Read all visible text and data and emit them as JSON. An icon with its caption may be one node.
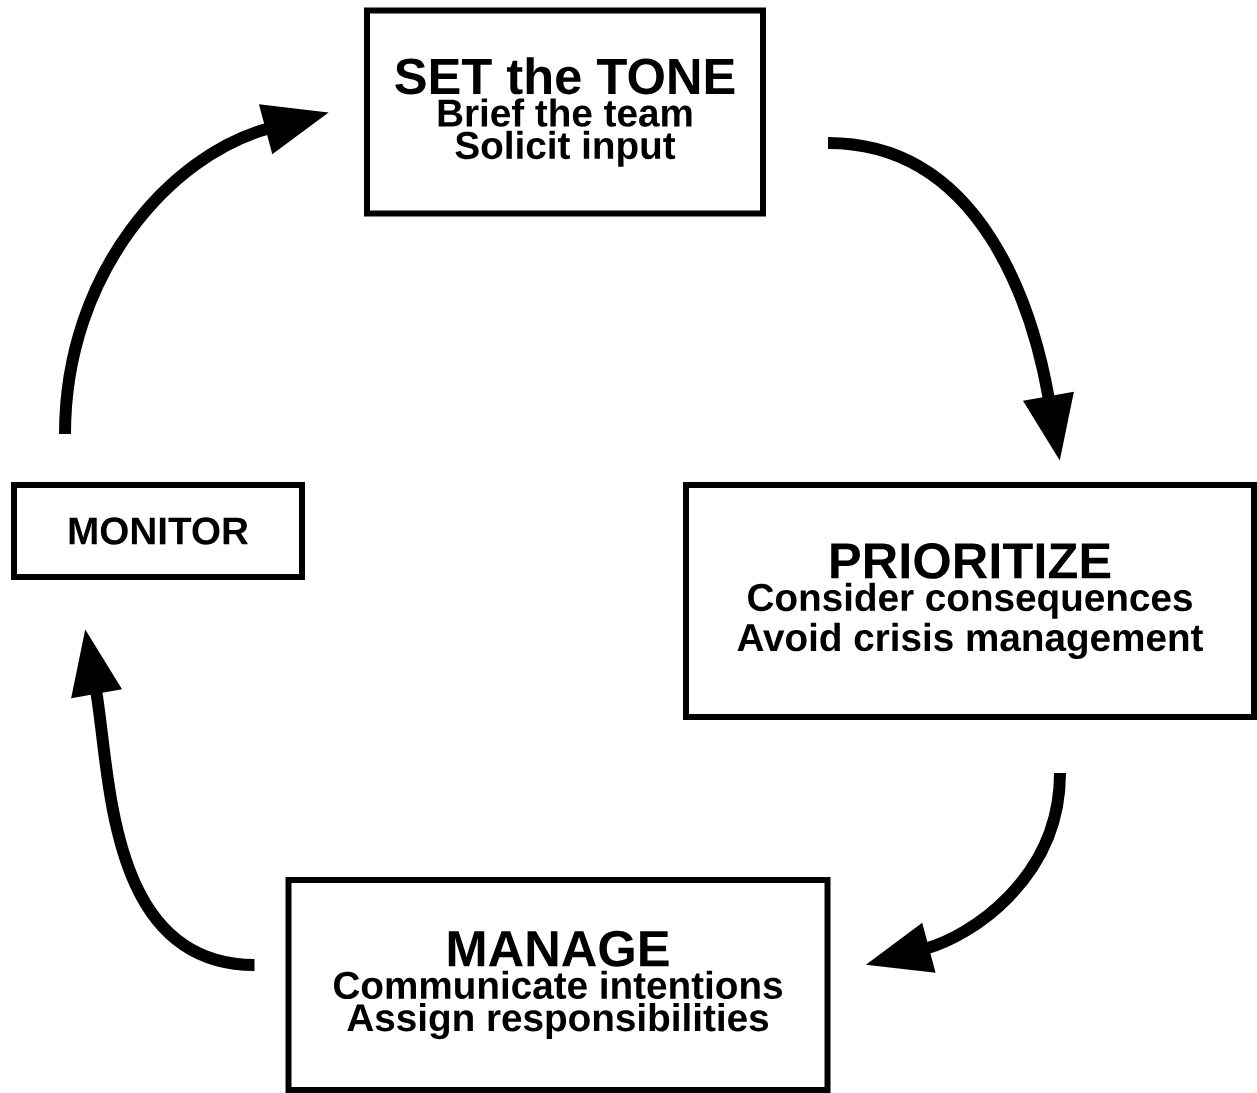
{
  "diagram": {
    "nodes": [
      {
        "text": [
          "SET the TONE",
          "Brief the team",
          "Solicit input"
        ]
      },
      {
        "text": [
          "PRIORITIZE",
          "Consider consequences",
          "Avoid crisis management"
        ]
      },
      {
        "text": [
          "MANAGE",
          "Communicate intentions",
          "Assign responsibilities"
        ]
      },
      {
        "text": [
          "MONITOR"
        ]
      }
    ],
    "edges": [
      {
        "from": 0,
        "to": 1,
        "arrow": "to"
      },
      {
        "from": 1,
        "to": 2,
        "arrow": "to"
      },
      {
        "from": 2,
        "to": 3,
        "arrow": "to"
      },
      {
        "from": 3,
        "to": 0,
        "arrow": "to"
      }
    ]
  }
}
